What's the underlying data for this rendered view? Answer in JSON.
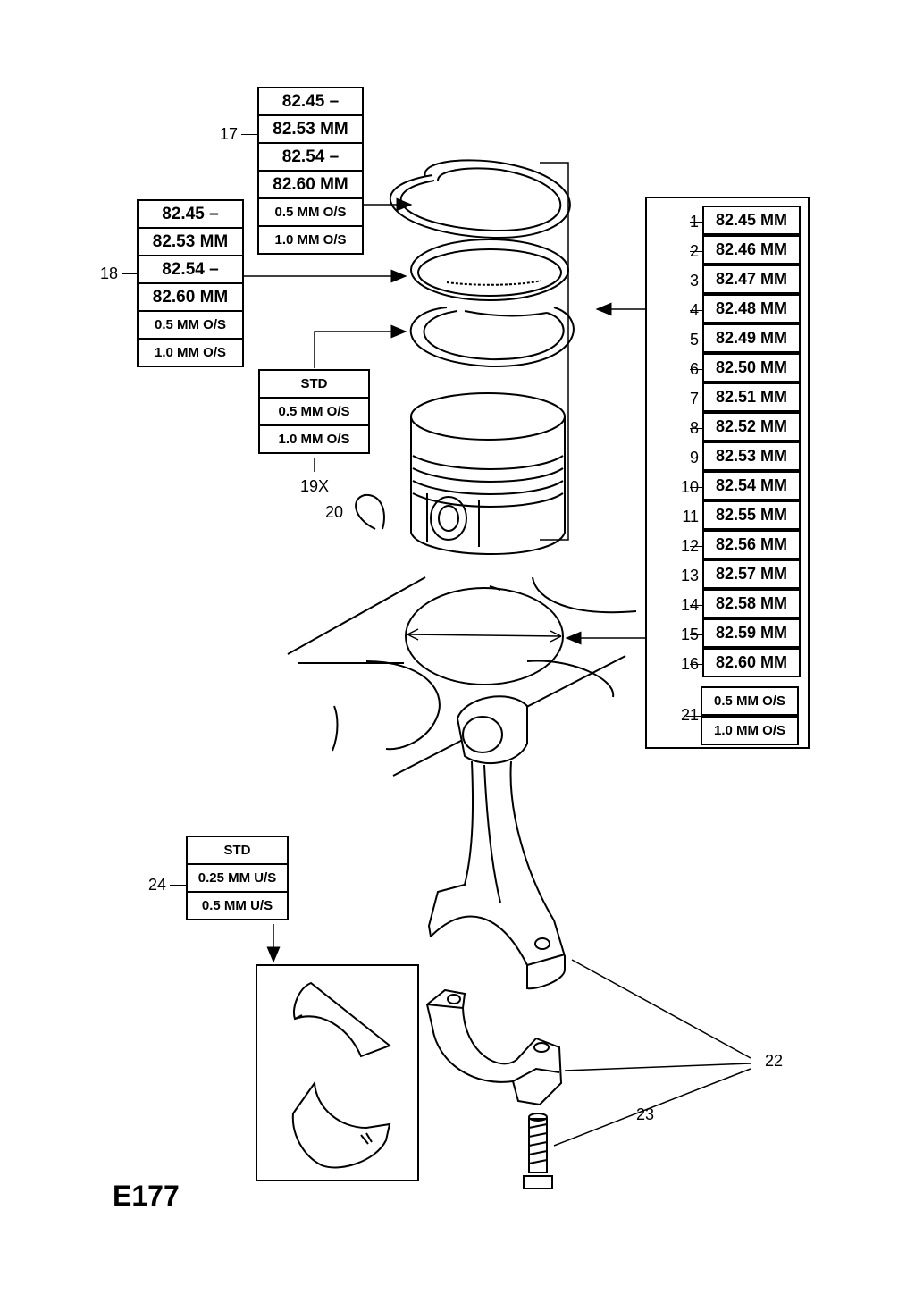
{
  "title": "E177",
  "callouts": {
    "p17": "17",
    "p18": "18",
    "p19": "19X",
    "p20": "20",
    "p21": "21",
    "p22": "22",
    "p23": "23",
    "p24": "24"
  },
  "table17": [
    "82.45 –",
    "82.53 MM",
    "82.54 –",
    "82.60 MM",
    "0.5 MM O/S",
    "1.0 MM O/S"
  ],
  "table18": [
    "82.45 –",
    "82.53 MM",
    "82.54 –",
    "82.60 MM",
    "0.5 MM O/S",
    "1.0 MM O/S"
  ],
  "table19": [
    "STD",
    "0.5 MM O/S",
    "1.0 MM O/S"
  ],
  "table24": [
    "STD",
    "0.25 MM U/S",
    "0.5 MM U/S"
  ],
  "piston_sizes": [
    {
      "num": "1",
      "size": "82.45 MM"
    },
    {
      "num": "2",
      "size": "82.46 MM"
    },
    {
      "num": "3",
      "size": "82.47 MM"
    },
    {
      "num": "4",
      "size": "82.48 MM"
    },
    {
      "num": "5",
      "size": "82.49 MM"
    },
    {
      "num": "6",
      "size": "82.50 MM"
    },
    {
      "num": "7",
      "size": "82.51 MM"
    },
    {
      "num": "8",
      "size": "82.52 MM"
    },
    {
      "num": "9",
      "size": "82.53 MM"
    },
    {
      "num": "10",
      "size": "82.54 MM"
    },
    {
      "num": "11",
      "size": "82.55 MM"
    },
    {
      "num": "12",
      "size": "82.56 MM"
    },
    {
      "num": "13",
      "size": "82.57 MM"
    },
    {
      "num": "14",
      "size": "82.58 MM"
    },
    {
      "num": "15",
      "size": "82.59 MM"
    },
    {
      "num": "16",
      "size": "82.60 MM"
    }
  ],
  "oversize21": [
    "0.5 MM O/S",
    "1.0 MM O/S"
  ]
}
